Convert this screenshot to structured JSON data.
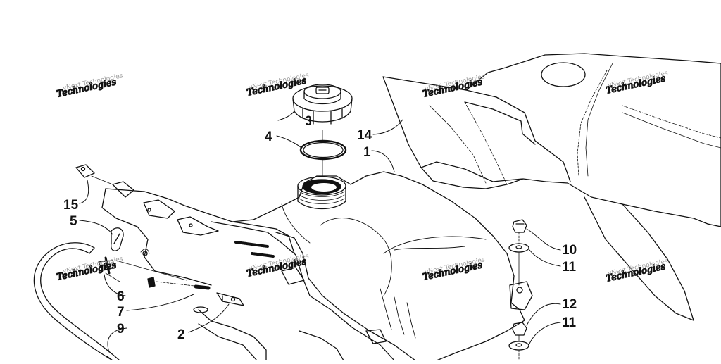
{
  "diagram": {
    "watermark": {
      "line1": "vNext Technologies",
      "line2": "Technologies"
    },
    "callouts": [
      {
        "id": "3",
        "label": "3"
      },
      {
        "id": "4",
        "label": "4"
      },
      {
        "id": "14",
        "label": "14"
      },
      {
        "id": "1",
        "label": "1"
      },
      {
        "id": "15",
        "label": "15"
      },
      {
        "id": "5",
        "label": "5"
      },
      {
        "id": "6",
        "label": "6"
      },
      {
        "id": "7",
        "label": "7"
      },
      {
        "id": "9",
        "label": "9"
      },
      {
        "id": "2",
        "label": "2"
      },
      {
        "id": "10",
        "label": "10"
      },
      {
        "id": "11a",
        "label": "11"
      },
      {
        "id": "12",
        "label": "12"
      },
      {
        "id": "11b",
        "label": "11"
      }
    ]
  }
}
